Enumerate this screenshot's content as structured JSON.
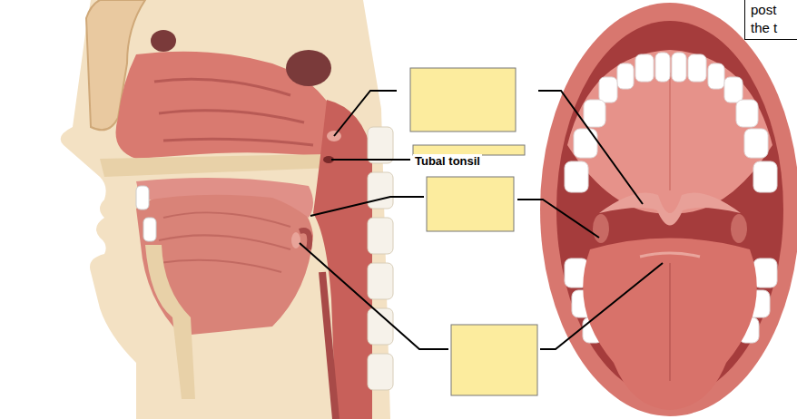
{
  "diagram": {
    "nodes": [
      {
        "text": [
          "post",
          "the t"
        ]
      }
    ],
    "labels": [
      "Tubal tonsil"
    ]
  }
}
